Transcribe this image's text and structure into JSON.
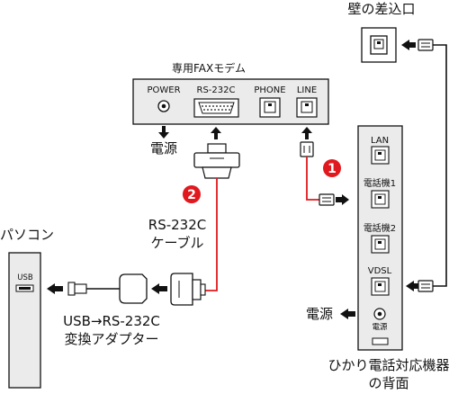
{
  "wall_outlet": {
    "label": "壁の差込口"
  },
  "fax_modem": {
    "title": "専用FAXモデム",
    "ports": {
      "power": "POWER",
      "rs232c": "RS-232C",
      "phone": "PHONE",
      "line": "LINE"
    },
    "power_dest": "電源"
  },
  "pc": {
    "label": "パソコン",
    "usb_port": "USB"
  },
  "cable": {
    "line1": "RS-232C",
    "line2": "ケーブル"
  },
  "adapter": {
    "line1": "USB→RS-232C",
    "line2": "変換アダプター"
  },
  "router": {
    "ports": {
      "lan": "LAN",
      "tel1": "電話機1",
      "tel2": "電話機2",
      "vdsl": "VDSL",
      "power": "電源"
    },
    "power_dest": "電源",
    "caption_line1": "ひかり電話対応機器",
    "caption_line2": "の背面"
  },
  "markers": {
    "one": "1",
    "two": "2"
  },
  "colors": {
    "cable_highlight": "#e0191e",
    "device_fill": "#ebebeb",
    "stroke": "#111111"
  }
}
